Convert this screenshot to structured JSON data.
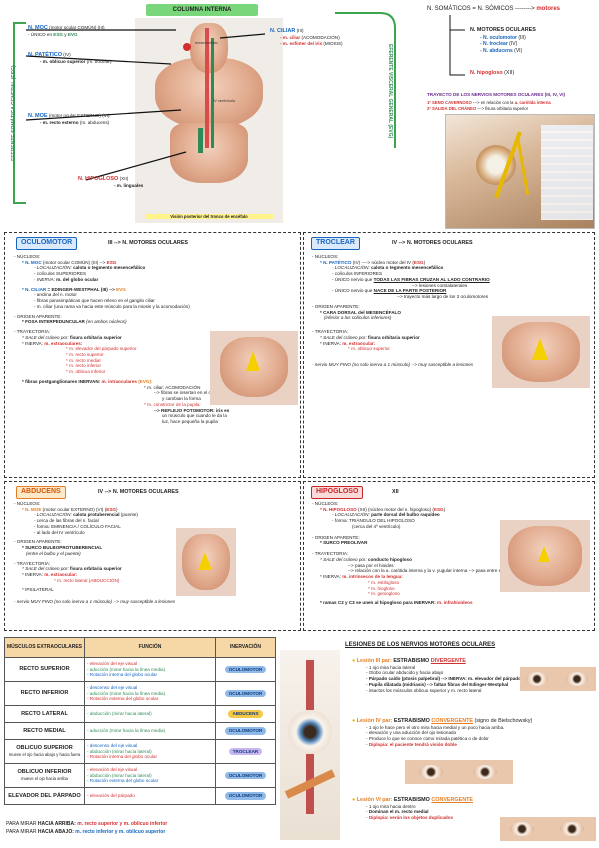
{
  "top": {
    "title": "COLUMNA INTERNA",
    "mesencefalo": "mesencéfalo",
    "ventriculo": "IV ventrículo",
    "caption": "Visión posterior del tronco de encéfalo",
    "esg_vertical": "EFERENTE SOMÁTICA GENERAL (ESG)",
    "evg_vertical": "EFERENTE VISCERAL GENERAL (EVG)",
    "moc": {
      "n": "N. MOC",
      "rest": " (motor ocular COMÚN) (III)",
      "line2": "- ÚNICO en ",
      "esg": "ESG",
      "y": " y ",
      "evg": "EVG"
    },
    "patetico": {
      "n": "N. PATÉTICO",
      "rest": " (IV)",
      "m": "- m. oblicuo superior",
      "m_rest": " (m. troclear)"
    },
    "moe": {
      "n": "N. MOE",
      "rest": " (motor ocular EXTERNO) (VI)",
      "m": "- m. recto externo",
      "m_rest": " (m. abducens)"
    },
    "hipogloso": {
      "n": "N. HIPOGLOSO",
      "rest": " (XII)",
      "m": "- m. linguales"
    },
    "ciliar": {
      "n": "N. CILIAR",
      "rest": " (III)",
      "m1": "- m. ciliar",
      "m1_rest": " (ACOMODACIÓN)",
      "m2": "- m. esfínter del iris",
      "m2_rest": " (MIOSIS)"
    }
  },
  "somaticos": {
    "line": "N. SOMÁTICOS = N. SÓMICOS --------> ",
    "motores": "motores",
    "oculares": "N. MOTORES OCULARES",
    "list": [
      {
        "n": "- N. oculomotor",
        "r": " (III)"
      },
      {
        "n": "- N. troclear",
        "r": " (IV)"
      },
      {
        "n": "- N. abducens",
        "r": " (VI)"
      }
    ],
    "hipogloso": {
      "n": "N. hipogloso",
      "r": " (XII)"
    },
    "trayecto": "TRAYECTO DE LOS NERVIOS MOTORES OCULARES (III, IV, VI)",
    "seno": "1º SENO CAVERNOSO",
    "seno_rest": " ---> en relación con la ",
    "carotida": "a. carótida interna",
    "salida": "2º SALIDA DEL CRÁNEO",
    "salida_rest": " ---> fisura orbitaria superior"
  },
  "oculomotor": {
    "tag": "OCULOMOTOR",
    "head": "III --> N. MOTORES OCULARES",
    "nucleos": "- NÚCLEOS:",
    "moc_n": "* N. MOC",
    "moc_rest": " (motor ocular COMÚN) (III) --> ",
    "moc_esg": "ESG",
    "loc": "- LOCALIZACIÓN: ",
    "loc_v": "calota o tegmento mesencefálico",
    "coliculos": "- colículos SUPERIORES",
    "inerva": "- INERVA: ",
    "inerva_v": "m. del globo ocular",
    "ciliar_n": "* N. CILIAR",
    "ciliar_rest": " = EDINGER-WESTPHAL (III) --> ",
    "ciliar_evg": "EVG",
    "ciliar_l1": "- anclina del n. motor",
    "ciliar_l2": "- fibras parasimpáticas que hacen relevo en el ganglio ciliar",
    "ciliar_l3": "- m. ciliar (una rama va hacia este músculo para la miosis y la acomodación)",
    "origen": "- ORIGEN APARENTE:",
    "origen_v": "* FOSA INTERPEDUNCULAR",
    "origen_r": " (en ambos núcleos)",
    "trayectoria": "- TRAYECTORIA:",
    "sale": "* SALE del cráneo por: ",
    "sale_v": "fisura orbitaria superior",
    "inerva2": "* INERVA: ",
    "inerva2_v": "m. extraoculares:",
    "muscles": [
      "* m. elevador del párpado superior",
      "* m. recto superior",
      "* m. recto medial",
      "* m. recto inferior",
      "* m. oblicuo inferior"
    ],
    "fibras": "* fibras postganglionares INERVAN: ",
    "fibras_v": "m. intraoculares",
    "fibras_evg": " (EVG):",
    "ciliar2": "* m. ciliar: ACOMODACIÓN",
    "ciliar2b": "--> fibras se insertan en el cristalino",
    "ciliar2c": "y cambian la forma",
    "constrictor": "* m. constrictor de la pupila:",
    "reflejo": "--> REFLEJO FOTOMOTOR: iris es",
    "reflejo2": "un músculo que cuando le da la",
    "reflejo3": "luz, hace pequeña la pupila"
  },
  "troclear": {
    "tag": "TROCLEAR",
    "head": "IV --> N. MOTORES OCULARES",
    "nucleos": "- NÚCLEOS:",
    "n": "* N. PATÉTICO",
    "n_rest": " (IV) ----> núcleo motor del IV (",
    "esg": "ESG",
    ")": ")",
    "loc": "- LOCALIZACIÓN: ",
    "loc_v": "calota o tegmento mesencefálico",
    "coliculos": "- colículos INFERIORES",
    "unico1": "- ÚNICO nervio que ",
    "unico1_v": "TODAS LAS FIBRAS CRUZAN AL LADO CONTRARIO",
    "lesiones": "--> lesiones contralaterales",
    "unico2": "- ÚNICO nervio que ",
    "unico2_v": "NACE DE LA PARTE POSTERIOR",
    "unico2_r": "--> trayecto más largo de los 3 oculomotores",
    "origen": "- ORIGEN APARENTE:",
    "origen_v": "* CARA DORSAL del MESENCÉFALO",
    "origen_r": "(inferior a los colículos inferiores)",
    "trayectoria": "- TRAYECTORIA:",
    "sale": "* SALE del cráneo por: ",
    "sale_v": "fisura orbitaria superior",
    "inerva": "* INERVA: ",
    "inerva_v": "m. extraocular:",
    "muscle": "* m. oblicuo superior",
    "nervio": "- nervio MUY FINO (no solo inerva a 1 músculo) --> muy susceptible a lesiones"
  },
  "abducens": {
    "tag": "ABDUCENS",
    "head": "IV --> N. MOTORES OCULARES",
    "nucleos": "- NÚCLEOS:",
    "n": "* N. MOE",
    "n_rest": " (motor ocular EXTERNO) (VI) (",
    "esg": "ESG",
    ")": ")",
    "loc": "- LOCALIZACIÓN: ",
    "loc_v": "calota protuberencial",
    "loc_r": " (puente)",
    "l2": "- cerca de las fibras del n. facial",
    "l3": "- forma: EMINENCIA / COLÍCULO FACIAL",
    "l4": "- al lado del IV ventrículo",
    "origen": "- ORIGEN APARENTE:",
    "origen_v": "* SURCO BULBOPROTUBERENCIAL",
    "origen_r": "(entre el bulbo y el puente)",
    "trayectoria": "- TRAYECTORIA:",
    "sale": "* SALE del cráneo por: ",
    "sale_v": "fisura orbitaria superior",
    "inerva": "* INERVA: ",
    "inerva_v": "m. extraocular:",
    "muscle": "* m. recto lateral (ABDUCCIÓN)",
    "ipsi": "* IPSILATERAL",
    "nervio": "- nervio MUY FINO (no solo inerva a 1 músculo) --> muy susceptible a lesiones"
  },
  "hipoglosoSec": {
    "tag": "HIPOGLOSO",
    "head": "XII",
    "nucleos": "- NÚCLEOS:",
    "n": "* N. HIPOGLOSO",
    "n_rest": " (XII) (núcleo motor del n. hipogloso) (",
    "esg": "ESG",
    ")": ")",
    "loc": "- LOCALIZACIÓN: ",
    "loc_v": "parte dorsal del bulbo raquídeo",
    "l2": "- forma: TRIÁNGULO DEL HIPOGLOSO",
    "l3": "(cerca del 4º ventrículo)",
    "origen": "- ORIGEN APARENTE:",
    "origen_v": "* SURCO PREOLIVAR",
    "trayectoria": "- TRAYECTORIA:",
    "sale": "* SALE del cráneo por: ",
    "sale_v": "conducto hipogloso",
    "pasa": "--> pasa por el hioides",
    "rel": "--> relación con la a. carótida interna y la v. yugular interna --> pasa entre ellas",
    "inerva": "* INERVA: ",
    "inerva_v": "m. intrínsecos de la lengua:",
    "muscles": [
      "* m. estilogloso",
      "* m. hiogloso",
      "* m. geniogloso"
    ],
    "ramas": "* ramas C2 y C3 se unen al hipogloso para INERVAR: ",
    "ramas_v": "m. infrahioideos"
  },
  "table": {
    "h1": "MÚSCULOS EXTRAOCULARES",
    "h2": "FUNCIÓN",
    "h3": "INERVACIÓN",
    "rows": [
      {
        "name": "RECTO SUPERIOR",
        "sub": "",
        "f": [
          [
            "- elevación del eje visual",
            "red"
          ],
          [
            "- aducción (mirar hacia la línea media)",
            "green"
          ],
          [
            "- Rotación interna del globo ocular",
            "blue"
          ]
        ],
        "inn": "OCULOMOTOR",
        "pill": "#8fb9e8"
      },
      {
        "name": "RECTO INFERIOR",
        "sub": "",
        "f": [
          [
            "- descenso del eje visual",
            "blue"
          ],
          [
            "- aducción (mirar hacia la línea media)",
            "green"
          ],
          [
            "- Rotación externa del globo ocular",
            "red"
          ]
        ],
        "inn": "OCULOMOTOR",
        "pill": "#8fb9e8"
      },
      {
        "name": "RECTO LATERAL",
        "sub": "",
        "f": [
          [
            "- abducción (mirar hacia lateral)",
            "green"
          ]
        ],
        "inn": "ABDUCENS",
        "pill": "#f5c84a"
      },
      {
        "name": "RECTO MEDIAL",
        "sub": "",
        "f": [
          [
            "- aducción (mirar hacia la línea media)",
            "green"
          ]
        ],
        "inn": "OCULOMOTOR",
        "pill": "#8fb9e8"
      },
      {
        "name": "OBLICUO SUPERIOR",
        "sub": "mueve el ojo hacia abajo y hacia fuera",
        "f": [
          [
            "- descenso del eje visual",
            "blue"
          ],
          [
            "- abducción (mirar hacia lateral)",
            "green"
          ],
          [
            "- Rotación interna del globo ocular",
            "red"
          ]
        ],
        "inn": "TROCLEAR",
        "pill": "#c9b6f0"
      },
      {
        "name": "OBLICUO INFERIOR",
        "sub": "mueve el ojo hacia arriba",
        "f": [
          [
            "- elevación del eje visual",
            "red"
          ],
          [
            "- abducción (mirar hacia lateral)",
            "green"
          ],
          [
            "- Rotación externa del globo ocular",
            "blue"
          ]
        ],
        "inn": "OCULOMOTOR",
        "pill": "#8fb9e8"
      },
      {
        "name": "ELEVADOR DEL PÁRPADO",
        "sub": "",
        "f": [
          [
            "- elevación del párpado",
            "red"
          ]
        ],
        "inn": "OCULOMOTOR",
        "pill": "#8fb9e8"
      }
    ],
    "foot1a": "PARA MIRAR ",
    "foot1b": "HACIA ARRIBA: ",
    "foot1c": "m. recto superior y m. oblicuo inferior",
    "foot2a": "PARA MIRAR ",
    "foot2b": "HACIA ABAJO: ",
    "foot2c": "m. recto inferior y m. oblicuo superior"
  },
  "lesiones": {
    "title": "LESIONES DE LOS NERVIOS MOTORES OCULARES",
    "l3": {
      "head": "Lesión III par: ",
      "ttl": "ESTRABISMO ",
      "kind": "DIVERGENTE",
      "items": [
        "1 ojo mira hacia lateral",
        "Globo ocular abducido y hacia abajo",
        "Párpado caído (ptosis palpebral) --> INERVA: m. elevador del párpado",
        "Pupila dilatada (midriasis) --> faltan fibras del Edinger-Westphal",
        "intactos los músculos oblicuo superior y m. recto lateral"
      ]
    },
    "l4": {
      "head": "Lesión IV par: ",
      "ttl": "ESTRABISMO ",
      "kind": "CONVERGENTE",
      "extra": " (signo de Bielschowsky)",
      "items": [
        "1 ojo le hace pero el otro mira hacia medial y un poco hacia arriba.",
        "elevación y una aducción del ojo lesionado",
        "Produce lo que se conoce como mirada patética o de dolor",
        "Diplopia: el paciente tendrá visión doble"
      ]
    },
    "l6": {
      "head": "Lesión VI par: ",
      "ttl": "ESTRABISMO ",
      "kind": "CONVERGENTE",
      "items": [
        "1 ojo mira hacia dentro",
        "Dominan el m. recto medial",
        "Diplopia: verán los objetos duplicados"
      ]
    }
  }
}
